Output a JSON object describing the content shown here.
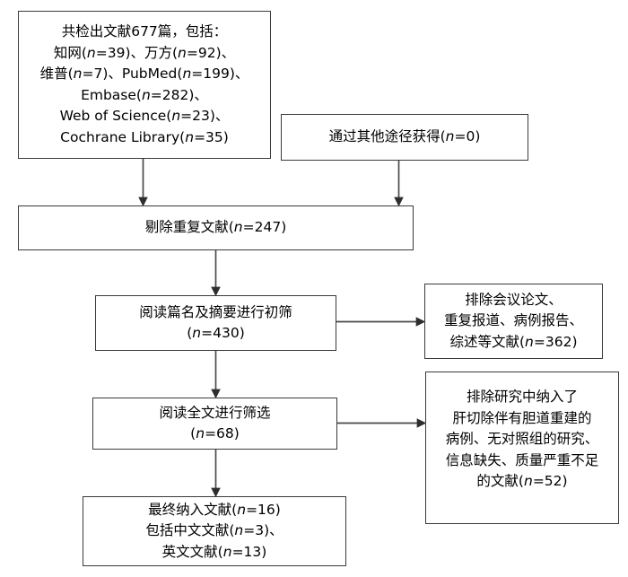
{
  "diagram": {
    "type": "prisma-flow-diagram",
    "title": "",
    "language": "zh-CN",
    "colors": {
      "background": "#ffffff",
      "box_border": "#3a3a3a",
      "connector": "#4a4a4a",
      "text": "#000000"
    },
    "nodes": [
      {
        "id": "sources",
        "name": "records-identified-through-database-searching",
        "text": "共检出文献677篇，包括：\n知网(n=39)、万方(n=92)、\n维普(n=7)、PubMed(n=199)、\nEmbase(n=282)、\nWeb of Science(n=23)、\nCochrane Library(n=35)",
        "total": 677,
        "databases": [
          {
            "label": "知网",
            "n": 39
          },
          {
            "label": "万方",
            "n": 92
          },
          {
            "label": "维普",
            "n": 7
          },
          {
            "label": "PubMed",
            "n": 199
          },
          {
            "label": "Embase",
            "n": 282
          },
          {
            "label": "Web of Science",
            "n": 23
          },
          {
            "label": "Cochrane Library",
            "n": 35
          }
        ]
      },
      {
        "id": "other",
        "name": "records-identified-through-other-sources",
        "text": "通过其他途径获得(n=0)",
        "n": 0
      },
      {
        "id": "dedup",
        "name": "duplicates-removed",
        "text": "剔除重复文献(n=247)",
        "n": 247
      },
      {
        "id": "screen-title",
        "name": "records-screened-title-abstract",
        "text": "阅读篇名及摘要进行初筛\n(n=430)",
        "n": 430
      },
      {
        "id": "excl-1",
        "name": "records-excluded-after-title-abstract-screening",
        "text": "排除会议论文、\n重复报道、病例报告、\n综述等文献(n=362)",
        "n": 362
      },
      {
        "id": "screen-full",
        "name": "full-text-articles-assessed",
        "text": "阅读全文进行筛选\n(n=68)",
        "n": 68
      },
      {
        "id": "excl-2",
        "name": "full-text-articles-excluded",
        "text": "排除研究中纳入了\n肝切除伴有胆道重建的\n病例、无对照组的研究、\n信息缺失、质量严重不足\n的文献(n=52)",
        "n": 52
      },
      {
        "id": "included",
        "name": "studies-included-in-synthesis",
        "text": "最终纳入文献(n=16)\n包括中文文献(n=3)、\n英文文献(n=13)",
        "n": 16,
        "chinese_n": 3,
        "english_n": 13
      }
    ],
    "connectors": [
      {
        "name": "arrow-sources-to-dedup",
        "from": "sources",
        "to": "dedup",
        "kind": "vertical-arrow"
      },
      {
        "name": "arrow-other-to-dedup",
        "from": "other",
        "to": "dedup",
        "kind": "vertical-arrow"
      },
      {
        "name": "arrow-dedup-to-screen-title",
        "from": "dedup",
        "to": "screen-title",
        "kind": "vertical-arrow"
      },
      {
        "name": "arrow-screen-title-to-excl-1",
        "from": "screen-title",
        "to": "excl-1",
        "kind": "horizontal-arrow"
      },
      {
        "name": "arrow-screen-title-to-screen-full",
        "from": "screen-title",
        "to": "screen-full",
        "kind": "vertical-arrow"
      },
      {
        "name": "arrow-screen-full-to-excl-2",
        "from": "screen-full",
        "to": "excl-2",
        "kind": "horizontal-arrow"
      },
      {
        "name": "arrow-screen-full-to-included",
        "from": "screen-full",
        "to": "included",
        "kind": "vertical-arrow"
      }
    ]
  }
}
